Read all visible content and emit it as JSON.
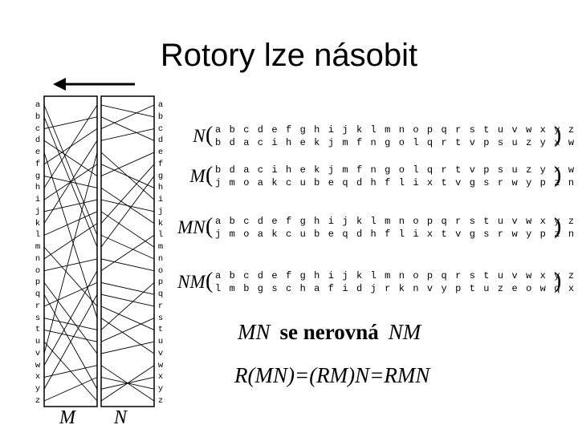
{
  "title": "Rotory lze násobit",
  "alphabet": [
    "a",
    "b",
    "c",
    "d",
    "e",
    "f",
    "g",
    "h",
    "i",
    "j",
    "k",
    "l",
    "m",
    "n",
    "o",
    "p",
    "q",
    "r",
    "s",
    "t",
    "u",
    "v",
    "w",
    "x",
    "y",
    "z"
  ],
  "rotor_labels": {
    "left": "M",
    "right": "N"
  },
  "arrow": {
    "direction": "left",
    "icon": "arrow-left-icon"
  },
  "rotor_M_map": [
    "l",
    "m",
    "b",
    "g",
    "s",
    "c",
    "h",
    "a",
    "f",
    "i",
    "d",
    "j",
    "r",
    "k",
    "n",
    "v",
    "y",
    "p",
    "t",
    "u",
    "z",
    "e",
    "o",
    "w",
    "q",
    "x"
  ],
  "rotor_N_map": [
    "b",
    "d",
    "a",
    "c",
    "i",
    "h",
    "e",
    "k",
    "j",
    "m",
    "f",
    "n",
    "g",
    "o",
    "l",
    "q",
    "r",
    "t",
    "v",
    "p",
    "s",
    "u",
    "z",
    "y",
    "x",
    "w"
  ],
  "permutations": [
    {
      "name": "N",
      "top": [
        "a",
        "b",
        "c",
        "d",
        "e",
        "f",
        "g",
        "h",
        "i",
        "j",
        "k",
        "l",
        "m",
        "n",
        "o",
        "p",
        "q",
        "r",
        "s",
        "t",
        "u",
        "v",
        "w",
        "x",
        "y",
        "z"
      ],
      "bottom": [
        "b",
        "d",
        "a",
        "c",
        "i",
        "h",
        "e",
        "k",
        "j",
        "m",
        "f",
        "n",
        "g",
        "o",
        "l",
        "q",
        "r",
        "t",
        "v",
        "p",
        "s",
        "u",
        "z",
        "y",
        "x",
        "w"
      ]
    },
    {
      "name": "M",
      "top": [
        "b",
        "d",
        "a",
        "c",
        "i",
        "h",
        "e",
        "k",
        "j",
        "m",
        "f",
        "n",
        "g",
        "o",
        "l",
        "q",
        "r",
        "t",
        "v",
        "p",
        "s",
        "u",
        "z",
        "y",
        "x",
        "w"
      ],
      "bottom": [
        "j",
        "m",
        "o",
        "a",
        "k",
        "c",
        "u",
        "b",
        "e",
        "q",
        "d",
        "h",
        "f",
        "l",
        "i",
        "x",
        "t",
        "v",
        "g",
        "s",
        "r",
        "w",
        "y",
        "p",
        "z",
        "n"
      ]
    },
    {
      "name": "MN",
      "top": [
        "a",
        "b",
        "c",
        "d",
        "e",
        "f",
        "g",
        "h",
        "i",
        "j",
        "k",
        "l",
        "m",
        "n",
        "o",
        "p",
        "q",
        "r",
        "s",
        "t",
        "u",
        "v",
        "w",
        "x",
        "y",
        "z"
      ],
      "bottom": [
        "j",
        "m",
        "o",
        "a",
        "k",
        "c",
        "u",
        "b",
        "e",
        "q",
        "d",
        "h",
        "f",
        "l",
        "i",
        "x",
        "t",
        "v",
        "g",
        "s",
        "r",
        "w",
        "y",
        "p",
        "z",
        "n"
      ]
    },
    {
      "name": "NM",
      "top": [
        "a",
        "b",
        "c",
        "d",
        "e",
        "f",
        "g",
        "h",
        "i",
        "j",
        "k",
        "l",
        "m",
        "n",
        "o",
        "p",
        "q",
        "r",
        "s",
        "t",
        "u",
        "v",
        "w",
        "x",
        "y",
        "z"
      ],
      "bottom": [
        "l",
        "m",
        "b",
        "g",
        "s",
        "c",
        "h",
        "a",
        "f",
        "i",
        "d",
        "j",
        "r",
        "k",
        "n",
        "v",
        "y",
        "p",
        "t",
        "u",
        "z",
        "e",
        "o",
        "w",
        "q",
        "x"
      ]
    }
  ],
  "statement": {
    "left": "MN",
    "middle": "se nerovná",
    "right": "NM"
  },
  "formula": "R(MN)=(RM)N=RMN"
}
